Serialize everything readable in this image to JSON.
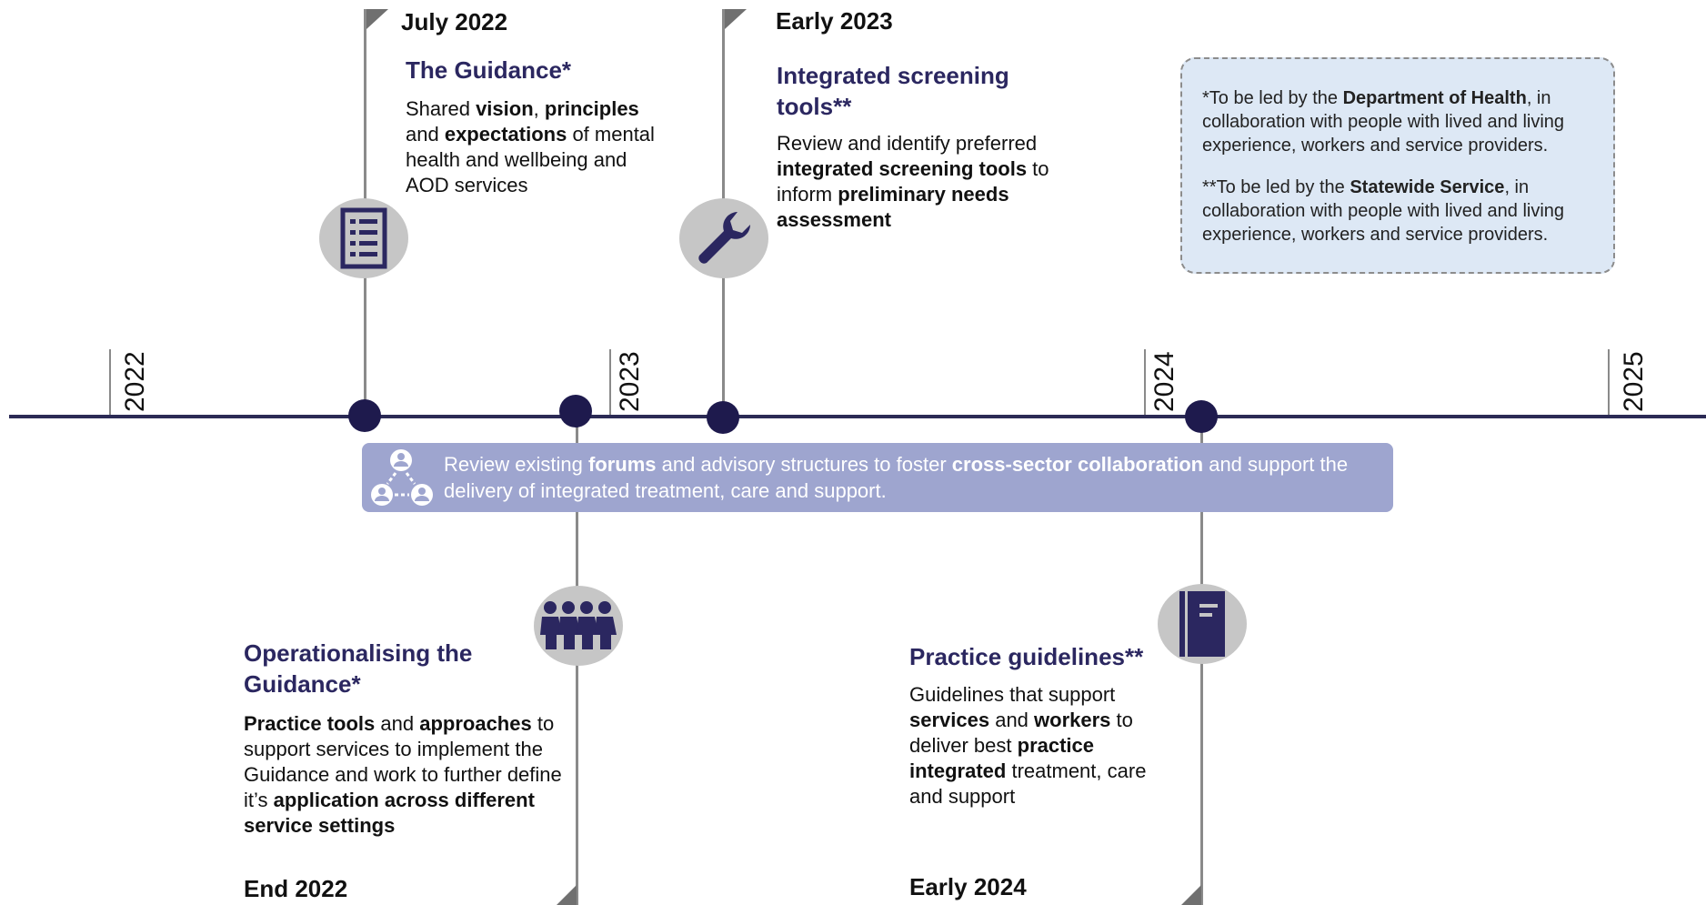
{
  "timeline": {
    "years": [
      "2022",
      "2023",
      "2024",
      "2025"
    ]
  },
  "milestones": {
    "guidance": {
      "date": "July 2022",
      "title": "The Guidance*",
      "t1": "Shared ",
      "b1": "vision",
      "t2": ", ",
      "b2": "principles",
      "t3": " and ",
      "b3": "expectations",
      "t4": " of mental health and wellbeing and AOD services",
      "icon": "checklist-icon"
    },
    "screening": {
      "date": "Early 2023",
      "title": "Integrated screening tools**",
      "t1": "Review and identify preferred ",
      "b1": "integrated screening tools",
      "t2": " to inform ",
      "b2": "preliminary needs assessment",
      "icon": "wrench-icon"
    },
    "operationalising": {
      "date": "End 2022",
      "title": "Operationalising the Guidance*",
      "b1": "Practice tools",
      "t1": " and ",
      "b2": "approaches",
      "t2": " to support services to implement the Guidance and work to further define it’s ",
      "b3": "application across different service settings",
      "icon": "people-group-icon"
    },
    "practice": {
      "date": "Early 2024",
      "title": "Practice guidelines**",
      "t1": "Guidelines that support ",
      "b1": "services",
      "t2": " and ",
      "b2": "workers",
      "t3": " to deliver best ",
      "b3": "practice integrated",
      "t4": " treatment, care and support",
      "icon": "notebook-icon"
    }
  },
  "band": {
    "t1": "Review existing ",
    "b1": "forums",
    "t2": " and advisory structures to foster ",
    "b2": "cross-sector collaboration",
    "t3": " and support the delivery of integrated treatment, care and support.",
    "icon": "network-people-icon"
  },
  "notes": {
    "n1_pre": "*To be led by the ",
    "n1_bold": "Department of Health",
    "n1_post": ", in collaboration with people with lived and living experience, workers and service providers.",
    "n2_pre": "**To be led by the ",
    "n2_bold": "Statewide Service",
    "n2_post": ", in collaboration with people with lived and living experience, workers and service providers."
  },
  "colors": {
    "navy": "#1e1a4d",
    "title": "#2b2760",
    "band": "#9ea5cf",
    "note_bg": "#dde8f5",
    "icon_bg": "#c6c6c6"
  }
}
